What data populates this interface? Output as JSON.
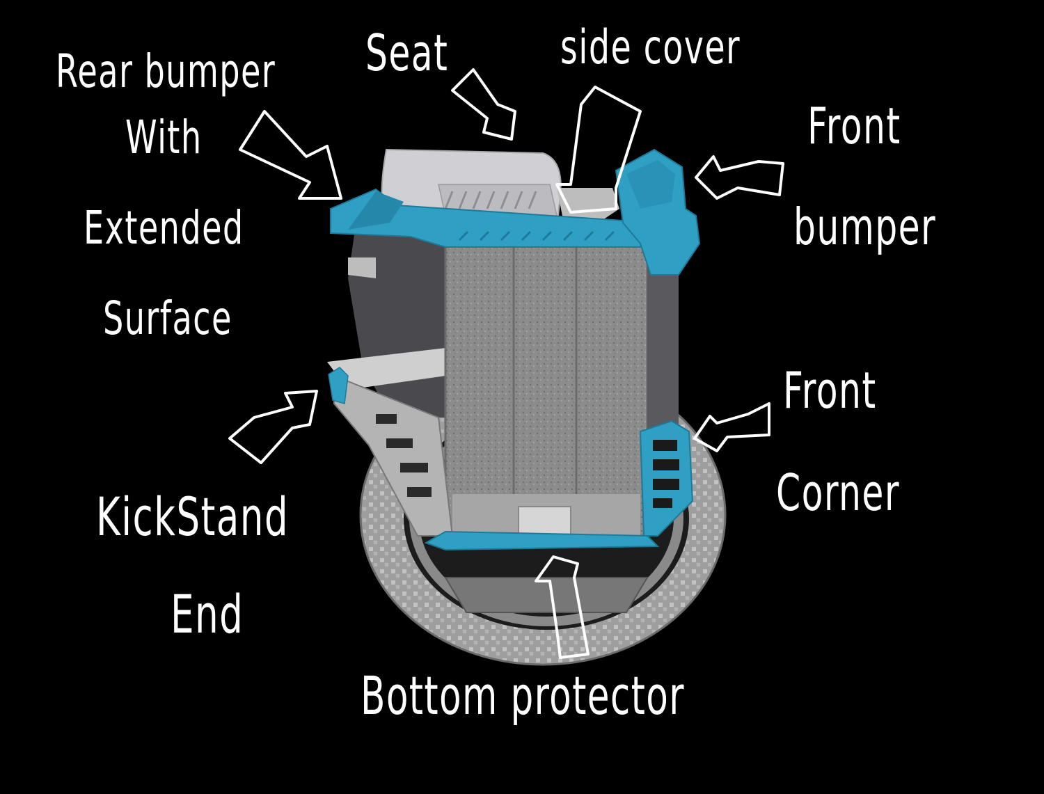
{
  "colors": {
    "background": "#000000",
    "text": "#ffffff",
    "accent": "#2f9fc4",
    "panel": "#8a8a8a",
    "tire": "#a8a8a8",
    "seat": "#d0d0d4"
  },
  "labels": {
    "rear_bumper": [
      "Rear bumper",
      "With",
      "Extended",
      "Surface"
    ],
    "seat": "Seat",
    "side_cover": "side cover",
    "front_bumper": [
      "Front",
      "bumper"
    ],
    "kickstand_end": [
      "KickStand",
      "End"
    ],
    "front_corner": [
      "Front",
      "Corner"
    ],
    "bottom_protector": "Bottom protector"
  },
  "icons": [
    "hand-drawn-arrow-icon"
  ]
}
